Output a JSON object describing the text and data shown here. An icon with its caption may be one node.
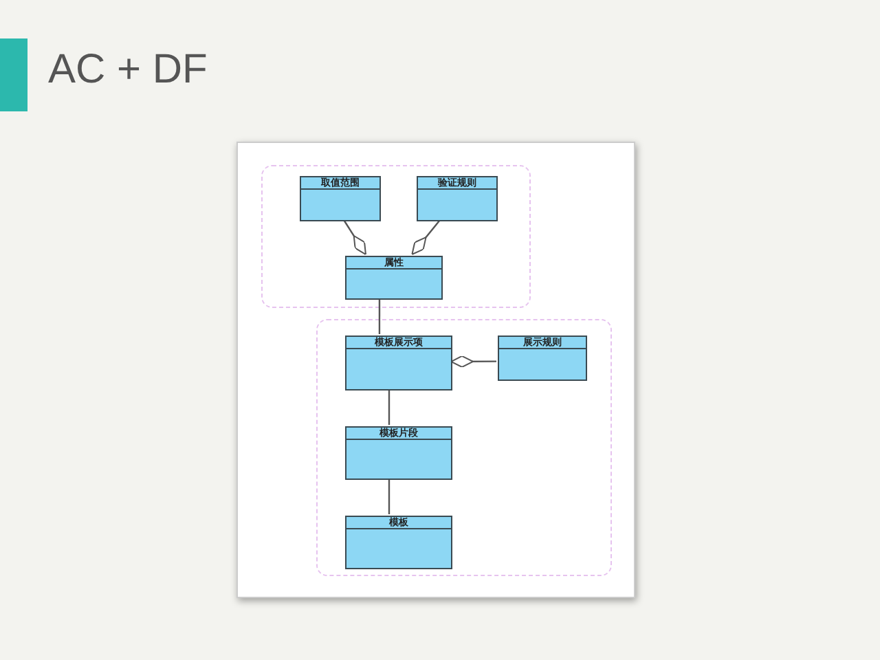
{
  "diagram": {
    "title": "AC + DF",
    "nodes": [
      {
        "text": [],
        "shape": "box"
      },
      {
        "text": [
          "取值范围"
        ],
        "in": 0
      },
      {
        "text": [
          "验证规则"
        ],
        "in": 0
      },
      {
        "text": [
          "属性"
        ],
        "in": 0
      },
      {
        "text": [],
        "shape": "box"
      },
      {
        "text": [
          "模板展示项"
        ],
        "in": 4
      },
      {
        "text": [
          "展示规则"
        ],
        "in": 4
      },
      {
        "text": [
          "模板片段"
        ],
        "in": 4
      },
      {
        "text": [
          "模板"
        ],
        "in": 4
      }
    ],
    "edges": [
      {
        "from": 1,
        "to": 3,
        "arrow": "other"
      },
      {
        "from": 2,
        "to": 3,
        "arrow": "other"
      },
      {
        "from": 3,
        "to": 5,
        "arrow": "none"
      },
      {
        "from": 6,
        "to": 5,
        "arrow": "other"
      },
      {
        "from": 5,
        "to": 7,
        "arrow": "none"
      },
      {
        "from": 7,
        "to": 8,
        "arrow": "none"
      }
    ]
  }
}
